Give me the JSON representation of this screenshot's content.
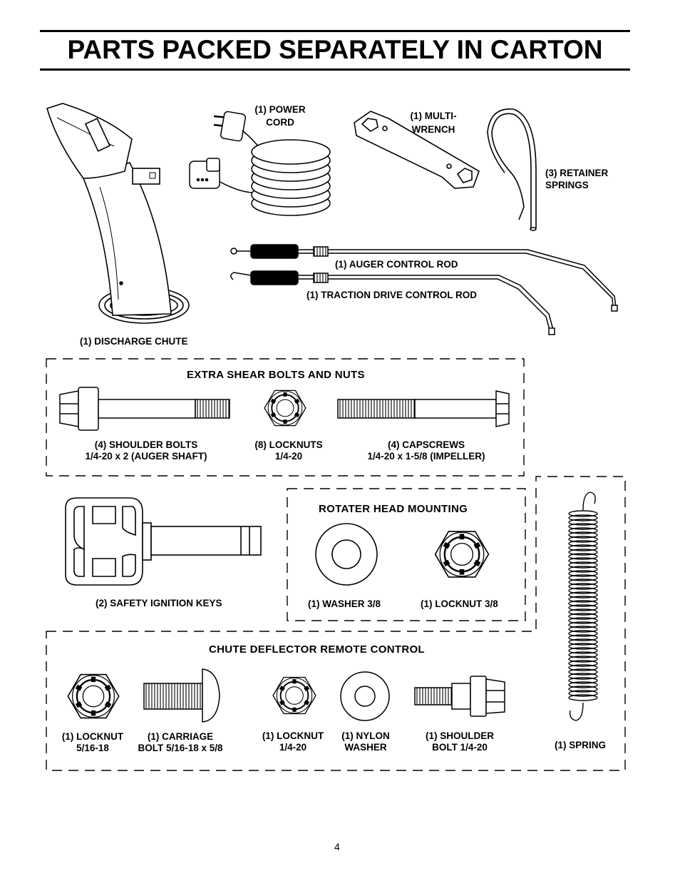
{
  "title": "PARTS PACKED SEPARATELY IN CARTON",
  "parts": {
    "power_cord": [
      "(1) POWER",
      "CORD"
    ],
    "multi_wrench": [
      "(1) MULTI-",
      "WRENCH"
    ],
    "retainer_springs": [
      "(3) RETAINER",
      "SPRINGS"
    ],
    "auger_control_rod": "(1) AUGER CONTROL ROD",
    "traction_drive_control_rod": "(1) TRACTION DRIVE CONTROL ROD",
    "discharge_chute": "(1) DISCHARGE CHUTE"
  },
  "shear": {
    "heading": "EXTRA SHEAR BOLTS AND NUTS",
    "shoulder_bolts": [
      "(4) SHOULDER BOLTS",
      "1/4-20 x 2 (AUGER SHAFT)"
    ],
    "locknuts": [
      "(8) LOCKNUTS",
      "1/4-20"
    ],
    "capscrews": [
      "(4) CAPSCREWS",
      "1/4-20 x 1-5/8 (IMPELLER)"
    ]
  },
  "keys": {
    "label": "(2) SAFETY IGNITION KEYS"
  },
  "rotater": {
    "heading": "ROTATER HEAD MOUNTING",
    "washer": "(1) WASHER  3/8",
    "locknut": "(1) LOCKNUT  3/8"
  },
  "spring": {
    "label": "(1) SPRING"
  },
  "chute_deflector": {
    "heading": "CHUTE DEFLECTOR REMOTE CONTROL",
    "locknut_516": [
      "(1) LOCKNUT",
      "5/16-18"
    ],
    "carriage_bolt": [
      "(1) CARRIAGE",
      "BOLT  5/16-18 x 5/8"
    ],
    "locknut_14": [
      "(1) LOCKNUT",
      "1/4-20"
    ],
    "nylon_washer": [
      "(1) NYLON",
      "WASHER"
    ],
    "shoulder_bolt": [
      "(1) SHOULDER",
      "BOLT  1/4-20"
    ]
  },
  "page_number": "4"
}
